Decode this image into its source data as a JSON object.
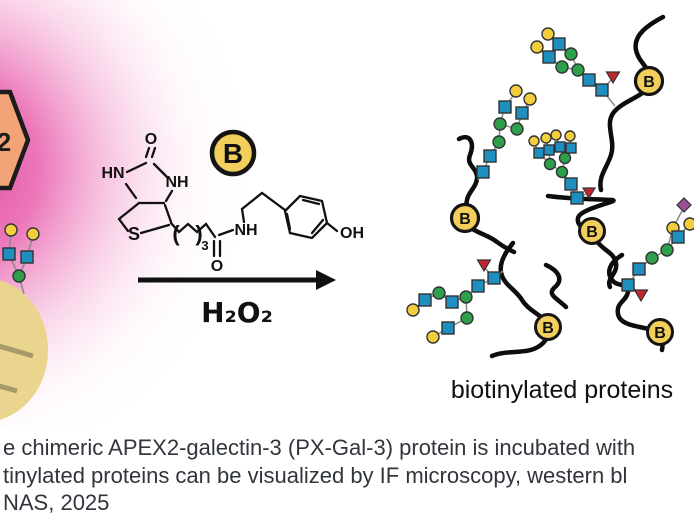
{
  "figure": {
    "apex2_hexagon_label": "2",
    "badge_letter": "B",
    "reaction_condition": "H₂O₂",
    "products_label": "biotinylated proteins",
    "molecule": {
      "name": "biotin-phenol",
      "labels": {
        "urea_oxygen": "O",
        "hn": "HN",
        "nh_ring": "NH",
        "sulfur": "S",
        "paren_open": "(",
        "paren_close": ")",
        "repeat_subscript": "3",
        "carbonyl_oxygen": "O",
        "amide_nh": "NH",
        "hydroxyl": "OH"
      }
    },
    "glycan_symbols": {
      "yellow_circle": "galactose",
      "blue_square": "GlcNAc",
      "green_circle": "mannose",
      "red_triangle": "fucose",
      "purple_diamond": "sialic-acid"
    },
    "colors": {
      "pink_glow": "#E23C9C",
      "hexagon_fill": "#F2A477",
      "cell_fill": "#EAD58F",
      "badge_fill": "#F2CF5B",
      "glycan_yellow": "#F2CE3C",
      "glycan_blue": "#1F8FBF",
      "glycan_green": "#2EA04C",
      "glycan_red": "#C1272D",
      "glycan_purple": "#9B4F96"
    }
  },
  "caption": {
    "line1": "e chimeric APEX2-galectin-3 (PX-Gal-3) protein is incubated with",
    "line2": "tinylated proteins can be visualized by IF microscopy, western bl",
    "line3": "NAS, 2025"
  }
}
